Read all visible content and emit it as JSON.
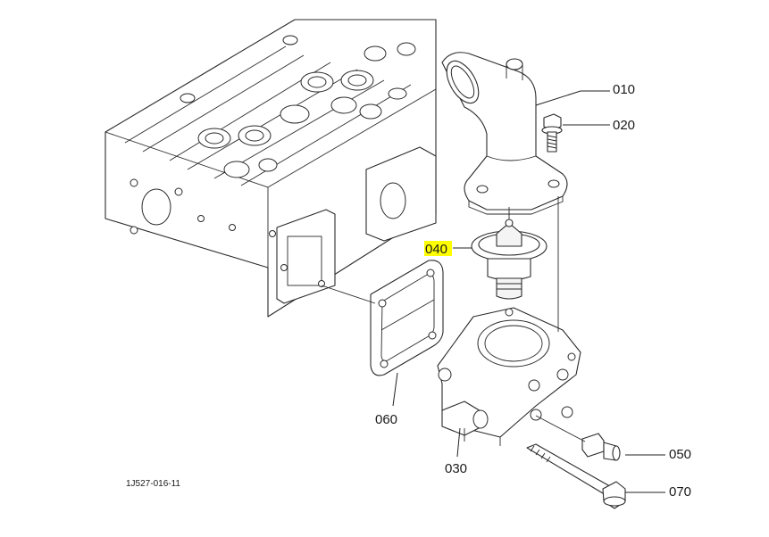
{
  "diagram_code": "1J527-016-11",
  "highlight_color": "#ffff00",
  "parts": [
    {
      "id": "010",
      "label": "010",
      "highlighted": false
    },
    {
      "id": "020",
      "label": "020",
      "highlighted": false
    },
    {
      "id": "030",
      "label": "030",
      "highlighted": false
    },
    {
      "id": "040",
      "label": "040",
      "highlighted": true
    },
    {
      "id": "050",
      "label": "050",
      "highlighted": false
    },
    {
      "id": "060",
      "label": "060",
      "highlighted": false
    },
    {
      "id": "070",
      "label": "070",
      "highlighted": false
    }
  ]
}
